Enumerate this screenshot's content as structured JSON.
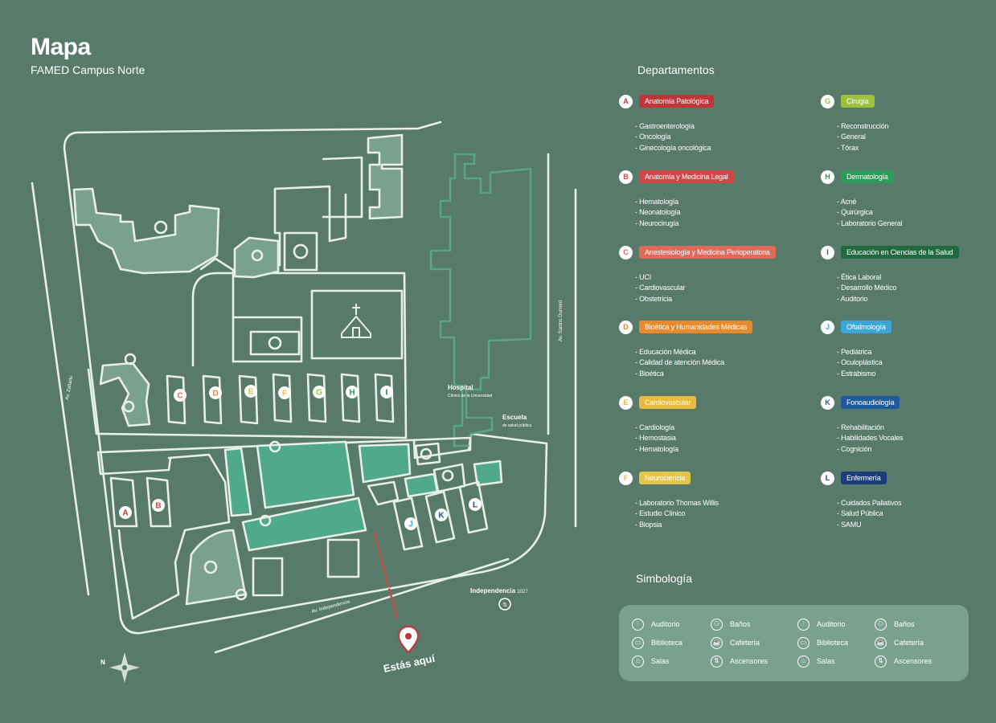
{
  "header": {
    "title": "Mapa",
    "subtitle": "FAMED Campus Norte"
  },
  "map": {
    "streets": {
      "zanartu": "Av. Zañartu",
      "santos_dumont": "Av. Santos Dumont",
      "independencia": "Av. Independencia"
    },
    "hospital": {
      "title": "Hospital",
      "subtitle": "Clínico de la Universidad"
    },
    "escuela": {
      "title": "Escuela",
      "subtitle": "de salud pública"
    },
    "address": {
      "street": "Independencia",
      "number": "1027"
    },
    "you_are_here": "Estás aquí",
    "north_label": "N",
    "building_letters": [
      "A",
      "B",
      "C",
      "D",
      "E",
      "F",
      "G",
      "H",
      "I",
      "J",
      "K",
      "L"
    ]
  },
  "departments": {
    "heading": "Departamentos",
    "items": [
      {
        "letter": "A",
        "name": "Anatomía Patológica",
        "color": "#c0353a",
        "items": [
          "Gastroenterología",
          "Oncología",
          "Ginecología oncológica"
        ]
      },
      {
        "letter": "B",
        "name": "Anatomía y Medicina Legal",
        "color": "#d0474a",
        "items": [
          "Hematología",
          "Neonatología",
          "Neurocirugía"
        ]
      },
      {
        "letter": "C",
        "name": "Anestesiología y Medicina Perioperatoria",
        "color": "#df6a5a",
        "items": [
          "UCI",
          "Cardiovascular",
          "Obstetricia"
        ]
      },
      {
        "letter": "D",
        "name": "Bioética y Humanidades Médicas",
        "color": "#e58a2d",
        "items": [
          "Educación Médica",
          "Calidad de atención Médica",
          "Bioética"
        ]
      },
      {
        "letter": "E",
        "name": "Cardiovascular",
        "color": "#e8b93a",
        "items": [
          "Cardiología",
          "Hemostasia",
          "Hematología"
        ]
      },
      {
        "letter": "F",
        "name": "Neurociencia",
        "color": "#e2c54a",
        "items": [
          "Laboratorio Thomas Willis",
          "Estudio Clínico",
          "Biopsia"
        ]
      },
      {
        "letter": "G",
        "name": "Cirugía",
        "color": "#9cc23c",
        "items": [
          "Reconstrucción",
          "General",
          "Tórax"
        ]
      },
      {
        "letter": "H",
        "name": "Dermatología",
        "color": "#2d9a57",
        "items": [
          "Acné",
          "Quirúrgica",
          "Laboratorio General"
        ]
      },
      {
        "letter": "I",
        "name": "Educación en Ciencias de la Salud",
        "color": "#1f6b3f",
        "items": [
          "Ética Laboral",
          "Desarrollo Médico",
          "Auditorio"
        ]
      },
      {
        "letter": "J",
        "name": "Oftalmología",
        "color": "#3ba7d8",
        "items": [
          "Pediátrica",
          "Oculoplástica",
          "Estrabismo"
        ]
      },
      {
        "letter": "K",
        "name": "Fonoaudiología",
        "color": "#1e5a9c",
        "items": [
          "Rehabilitación",
          "Habilidades Vocales",
          "Cognición"
        ]
      },
      {
        "letter": "L",
        "name": "Enfermería",
        "color": "#1c3e78",
        "items": [
          "Cuidados Paliativos",
          "Salud Pública",
          "SAMU"
        ]
      }
    ]
  },
  "symbology": {
    "heading": "Simbología",
    "items": [
      {
        "label": "Auditorio",
        "icon": "auditorium-icon",
        "glyph": "⦙"
      },
      {
        "label": "Biblioteca",
        "icon": "library-icon",
        "glyph": "▭"
      },
      {
        "label": "Salas",
        "icon": "rooms-icon",
        "glyph": "⌂"
      },
      {
        "label": "Baños",
        "icon": "restroom-icon",
        "glyph": "⚇"
      },
      {
        "label": "Cafetería",
        "icon": "cafeteria-icon",
        "glyph": "☕"
      },
      {
        "label": "Ascensores",
        "icon": "elevator-icon",
        "glyph": "⇅"
      },
      {
        "label": "Auditorio",
        "icon": "auditorium-icon",
        "glyph": "⦙"
      },
      {
        "label": "Biblioteca",
        "icon": "library-icon",
        "glyph": "▭"
      },
      {
        "label": "Salas",
        "icon": "rooms-icon",
        "glyph": "⌂"
      },
      {
        "label": "Baños",
        "icon": "restroom-icon",
        "glyph": "⚇"
      },
      {
        "label": "Cafetería",
        "icon": "cafeteria-icon",
        "glyph": "☕"
      },
      {
        "label": "Ascensores",
        "icon": "elevator-icon",
        "glyph": "⇅"
      }
    ]
  },
  "colors": {
    "background": "#587a6a",
    "building": "#7aa190",
    "green_area": "#4fa98a",
    "lines": "#e8efe9",
    "marker": "#c0353a"
  }
}
